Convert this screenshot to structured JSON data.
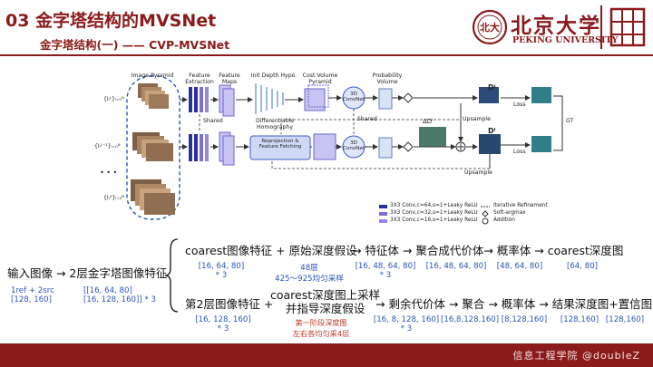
{
  "header": {
    "title": "03 金字塔结构的MVSNet",
    "subtitle": "金字塔结构(一) —— CVP-MVSNet",
    "logo_cn": "北京大学",
    "logo_en": "PEKING UNIVERSITY"
  },
  "figure": {
    "labels": {
      "image_pyramid": "Image Pyramid",
      "feature_extraction": "Feature\nExtraction",
      "feature_maps": "Feature\nMaps",
      "init_depth": "Init Depth Hypo.",
      "cost_volume": "Cost Volume\nPyramid",
      "probability": "Probability\nVolume",
      "differentiable": "Differentiable\nHomography",
      "shared1": "Shared",
      "shared2": "Shared",
      "conv3d_top": "3D\nConvNet",
      "conv3d_bottom": "3D\nConvNet",
      "reprojection": "Reprojection &\nFeature Fetching",
      "upsample1": "Upsample",
      "upsample2": "Upsample",
      "loss1": "Loss",
      "loss2": "Loss",
      "gt": "GT",
      "dots": "• • •",
      "row1_label": "{Iᵢᴸ}ᵢ₌₀ᴺ",
      "row2_label": "{Iᵢᴸ⁻¹}ᵢ₌₀ᴺ",
      "row3_label": "{Iᵢ⁰}ᵢ₌₀ᴺ",
      "D_top": "Dᴸ",
      "D_mid": "Dˡ",
      "delta_D": "ΔDˡ"
    },
    "legend": [
      {
        "text": "3X3 Conv,c=64,s=1+Leaky ReLU",
        "color": "#2b2f9e"
      },
      {
        "text": "3X3 Conv,c=32,s=1+Leaky ReLU",
        "color": "#7b6fd6"
      },
      {
        "text": "3X3 Conv,c=16,s=1+Leaky ReLU",
        "color": "#8f88e8"
      },
      {
        "text": "Iterative Refinement",
        "symbol": "dash"
      },
      {
        "text": "Soft-argmax",
        "symbol": "diamond"
      },
      {
        "text": "Addition",
        "symbol": "plus"
      }
    ]
  },
  "flow": {
    "input": "输入图像 → 2层金字塔图像特征",
    "input_dims": "1ref + 2src\n[128, 160]",
    "pyramid_dims": "[[16, 64, 80]\n[16, 128, 160]] * 3",
    "row1": {
      "text1": "coarest图像特征 + 原始深度假设",
      "text2": "→ 特征体 → 聚合成代价体→ 概率体 → coarest深度图",
      "dims": [
        "[16, 64, 80]\n* 3",
        "48层\n425～925均匀采样",
        "[16, 48, 64, 80]\n* 3",
        "[16, 48, 64, 80]",
        "[48, 64, 80]",
        "[64, 80]"
      ]
    },
    "row2": {
      "text1": "第2层图像特征 +",
      "text2": "coarest深度图上采样\n并指导深度假设",
      "text3": "→ 剩余代价体 → 聚合 → 概率体 → 结果深度图+置信图",
      "dims": [
        "[16, 128, 160]\n* 3",
        "[16, 8, 128, 160]\n* 3",
        "[16,8,128,160]",
        "[8,128,160]",
        "[128,160]",
        "[128,160]"
      ],
      "note": "第一阶段深度图\n左右各均匀采4层"
    }
  },
  "footer": {
    "text": "信息工程学院 @doubleZ"
  }
}
